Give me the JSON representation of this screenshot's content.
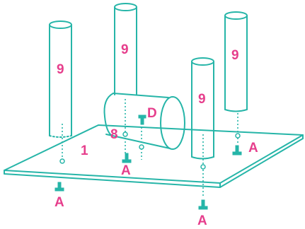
{
  "diagram": {
    "colors": {
      "line": "#26b5a8",
      "label": "#e63e8c",
      "background": "#ffffff"
    },
    "labels": {
      "post": "9",
      "cross_tube": "8",
      "base_plate": "1",
      "bolt": "A",
      "screw": "D"
    }
  }
}
